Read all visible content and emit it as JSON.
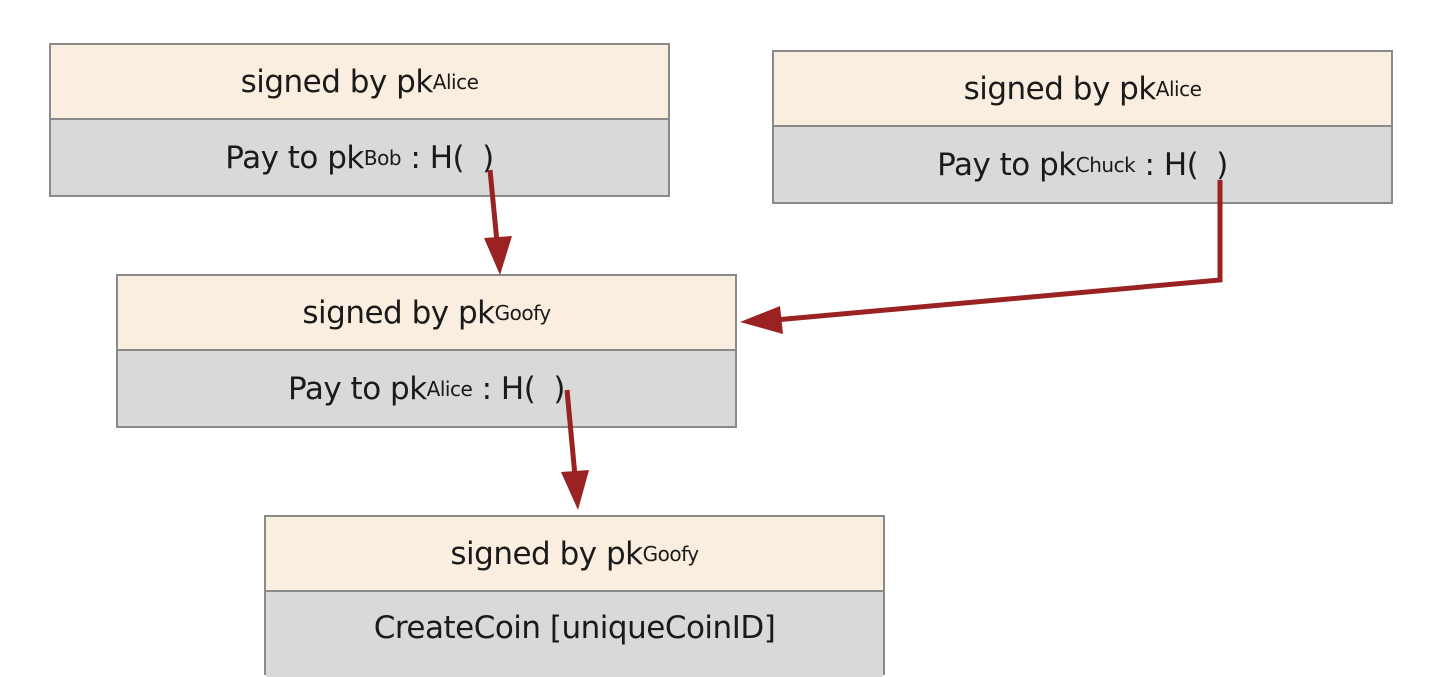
{
  "transactions": [
    {
      "signed_prefix": "signed by pk",
      "signer": "Alice",
      "pay_prefix": "Pay to pk",
      "payee": "Bob",
      "hash_label": ": H(",
      "hash_close": ")"
    },
    {
      "signed_prefix": "signed by pk",
      "signer": "Alice",
      "pay_prefix": "Pay to pk",
      "payee": "Chuck",
      "hash_label": ": H(",
      "hash_close": ")"
    },
    {
      "signed_prefix": "signed by pk",
      "signer": "Goofy",
      "pay_prefix": "Pay to pk",
      "payee": "Alice",
      "hash_label": ": H(",
      "hash_close": ")"
    },
    {
      "signed_prefix": "signed by pk",
      "signer": "Goofy",
      "body": "CreateCoin [uniqueCoinID]"
    }
  ],
  "colors": {
    "signed_band": "#f9eee0",
    "body_band": "#d9d9d9",
    "arrow": "#9b2222",
    "border": "#8a8a8a"
  }
}
